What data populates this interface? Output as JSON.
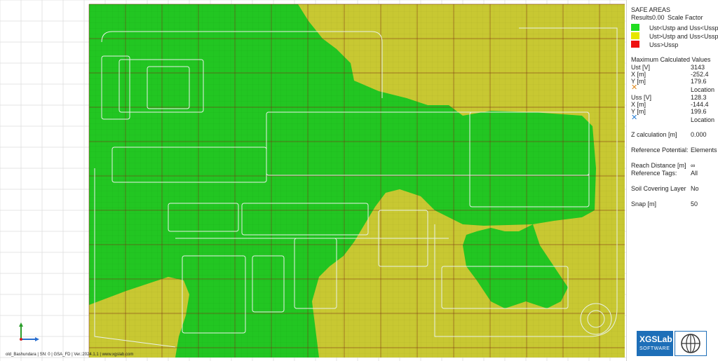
{
  "panel": {
    "title": "SAFE AREAS",
    "results_label": "Results",
    "scale_value": "0.00",
    "scale_label": "Scale Factor",
    "legend": [
      {
        "label": "Ust<Ustp and Uss<Ussp",
        "color": "#22dd22"
      },
      {
        "label": "Ust>Ustp and Uss<Ussp",
        "color": "#e6e600"
      },
      {
        "label": "Uss>Ussp",
        "color": "#ee1111"
      }
    ],
    "max_values_title": "Maximum Calculated Values",
    "ust_label": "Ust [V]",
    "ust_value": "3143",
    "ust_x_label": "X [m]",
    "ust_x_value": "-252.4",
    "ust_y_label": "Y [m]",
    "ust_y_value": "179.6",
    "ust_location_label": "Location",
    "uss_label": "Uss [V]",
    "uss_value": "128.3",
    "uss_x_label": "X [m]",
    "uss_x_value": "-144.4",
    "uss_y_label": "Y [m]",
    "uss_y_value": "199.6",
    "uss_location_label": "Location",
    "z_calc_label": "Z calculation [m]",
    "z_calc_value": "0.000",
    "ref_potential_label": "Reference Potential:",
    "ref_potential_value": "Elements",
    "reach_label": "Reach Distance [m]",
    "reach_value": "∞",
    "ref_tags_label": "Reference Tags:",
    "ref_tags_value": "All",
    "soil_label": "Soil Covering Layer",
    "soil_value": "No",
    "snap_label": "Snap [m]",
    "snap_value": "50",
    "ust_marker_color": "#e08a1e",
    "uss_marker_color": "#2a7fd4"
  },
  "footer": {
    "text": "old_Bashundara | SN: 0 | GSA_FD | Ver.:2024.1.1 | www.xgslab.com"
  },
  "logo": {
    "brand": "XGSLab",
    "sub": "SOFTWARE"
  },
  "icons": {
    "ust_marker": "x-cross-icon",
    "uss_marker": "x-cross-icon",
    "axes": "axis-gizmo-icon",
    "globe": "globe-icon"
  }
}
